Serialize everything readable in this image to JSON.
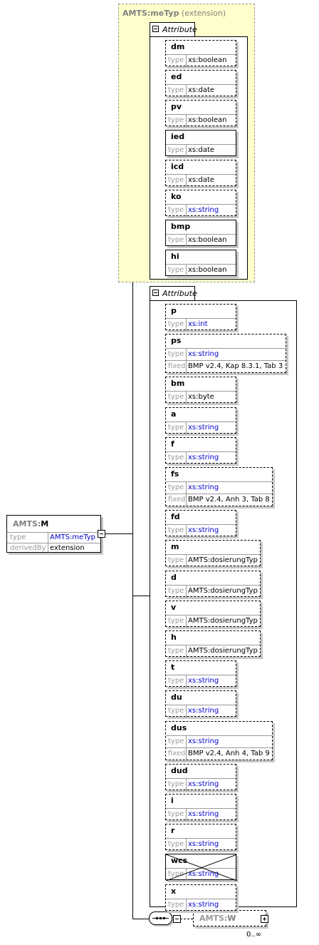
{
  "extension_box": {
    "type_prefix": "AMTS:",
    "type_name": "meTyp",
    "note": "(extension)"
  },
  "attribute_label": "Attribute",
  "row_labels": {
    "type": "type",
    "fixed": "fixed"
  },
  "ext_attributes": [
    {
      "name": "dm",
      "type": "xs:boolean",
      "link": false,
      "required": false
    },
    {
      "name": "ed",
      "type": "xs:date",
      "link": false,
      "required": false
    },
    {
      "name": "pv",
      "type": "xs:boolean",
      "link": false,
      "required": false
    },
    {
      "name": "ied",
      "type": "xs:date",
      "link": false,
      "required": true
    },
    {
      "name": "icd",
      "type": "xs:date",
      "link": false,
      "required": false
    },
    {
      "name": "ko",
      "type": "xs:string",
      "link": true,
      "required": false
    },
    {
      "name": "bmp",
      "type": "xs:boolean",
      "link": false,
      "required": true
    },
    {
      "name": "hi",
      "type": "xs:boolean",
      "link": false,
      "required": true
    }
  ],
  "own_attributes": [
    {
      "name": "p",
      "type": "xs:int",
      "link": true,
      "required": false
    },
    {
      "name": "ps",
      "type": "xs:string",
      "link": true,
      "required": false,
      "fixed": "BMP v2.4, Kap 8.3.1, Tab 3"
    },
    {
      "name": "bm",
      "type": "xs:byte",
      "link": false,
      "required": false
    },
    {
      "name": "a",
      "type": "xs:string",
      "link": true,
      "required": false
    },
    {
      "name": "f",
      "type": "xs:string",
      "link": true,
      "required": false
    },
    {
      "name": "fs",
      "type": "xs:string",
      "link": true,
      "required": false,
      "fixed": "BMP v2.4, Anh 3, Tab 8"
    },
    {
      "name": "fd",
      "type": "xs:string",
      "link": true,
      "required": false
    },
    {
      "name": "m",
      "type": "AMTS:dosierungTyp",
      "link": false,
      "required": false
    },
    {
      "name": "d",
      "type": "AMTS:dosierungTyp",
      "link": false,
      "required": false
    },
    {
      "name": "v",
      "type": "AMTS:dosierungTyp",
      "link": false,
      "required": false
    },
    {
      "name": "h",
      "type": "AMTS:dosierungTyp",
      "link": false,
      "required": false
    },
    {
      "name": "t",
      "type": "xs:string",
      "link": true,
      "required": false
    },
    {
      "name": "du",
      "type": "xs:string",
      "link": true,
      "required": false
    },
    {
      "name": "dus",
      "type": "xs:string",
      "link": true,
      "required": false,
      "fixed": "BMP v2.4, Anh 4, Tab 9"
    },
    {
      "name": "dud",
      "type": "xs:string",
      "link": true,
      "required": false
    },
    {
      "name": "i",
      "type": "xs:string",
      "link": true,
      "required": false
    },
    {
      "name": "r",
      "type": "xs:string",
      "link": true,
      "required": false
    },
    {
      "name": "wcs",
      "type": "xs:string",
      "link": true,
      "required": true,
      "prohibited": true
    },
    {
      "name": "x",
      "type": "xs:string",
      "link": true,
      "required": false
    }
  ],
  "element": {
    "prefix": "AMTS:",
    "name": "M",
    "rows": [
      {
        "label": "type",
        "value": "AMTS:meTyp",
        "link": true
      },
      {
        "label": "derivedBy",
        "value": "extension",
        "link": false
      }
    ]
  },
  "child_element": {
    "prefix": "AMTS:",
    "name": "W",
    "occurrence": "0..∞"
  },
  "colors": {
    "link": "#0000cc",
    "extension_bg": "#ffffcc",
    "label_grey": "#9a9a9a"
  }
}
